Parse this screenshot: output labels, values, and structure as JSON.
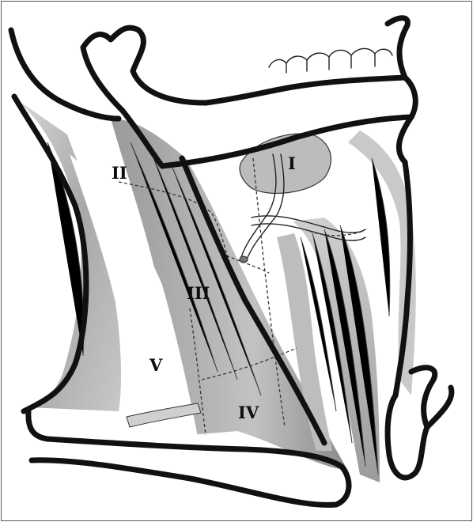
{
  "levels": {
    "I": "I",
    "II": "II",
    "III": "III",
    "IV": "IV",
    "V": "V"
  },
  "palette": {
    "background": "#ffffff",
    "outline": "#111111",
    "muscle_dark": "#8c8c8c",
    "muscle_mid": "#b3b3b3",
    "muscle_light": "#d4d4d4"
  },
  "icons": [
    "neck-lymph-node-levels-illustration"
  ]
}
